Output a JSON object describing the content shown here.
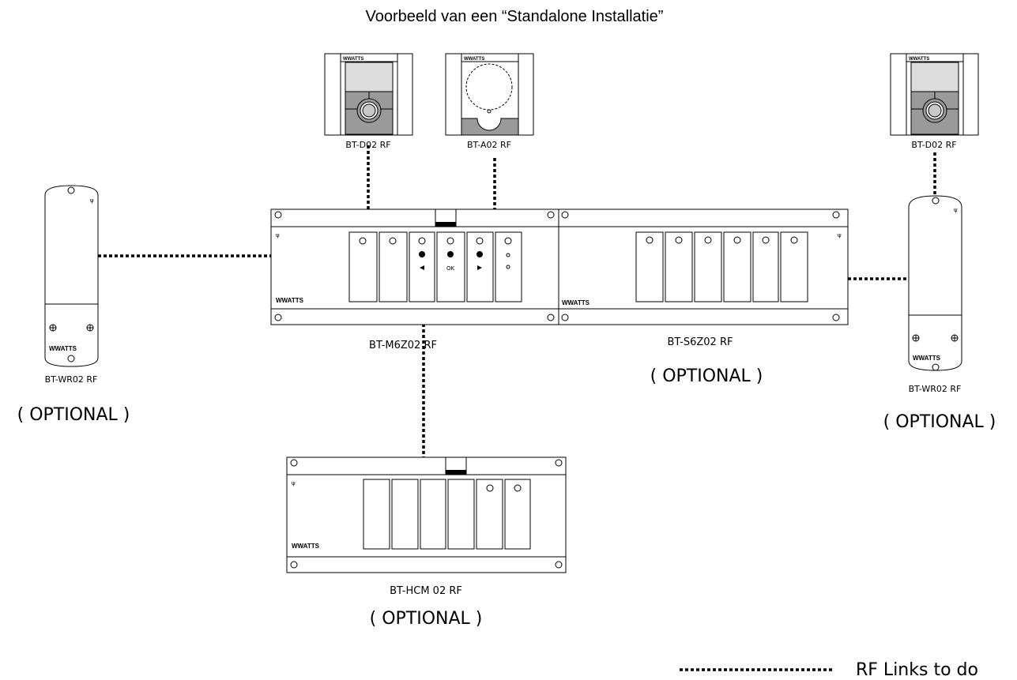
{
  "title": "Voorbeeld van een “Standalone Installatie”",
  "devices": {
    "thermostat_left": {
      "label": "BT-D02 RF",
      "brand": "WWATTS"
    },
    "thermostat_analog": {
      "label": "BT-A02 RF",
      "brand": "WWATTS"
    },
    "thermostat_right": {
      "label": "BT-D02 RF",
      "brand": "WWATTS"
    },
    "repeater_left": {
      "label": "BT-WR02 RF",
      "brand": "WWATTS",
      "note": "( OPTIONAL )"
    },
    "repeater_right": {
      "label": "BT-WR02 RF",
      "brand": "WWATTS",
      "note": "( OPTIONAL )"
    },
    "master": {
      "label": "BT-M6Z02 RF",
      "brand": "WWATTS",
      "button_ok": "OK"
    },
    "slave": {
      "label": "BT-S6Z02 RF",
      "brand": "WWATTS",
      "note": "( OPTIONAL )"
    },
    "hcm": {
      "label": "BT-HCM 02 RF",
      "brand": "WWATTS",
      "note": "( OPTIONAL )"
    }
  },
  "legend": {
    "label": "RF Links to do"
  },
  "colors": {
    "line": "#000000",
    "thermostat_panel": "#9a9a9a",
    "thermostat_screen": "#dcdcdc"
  }
}
